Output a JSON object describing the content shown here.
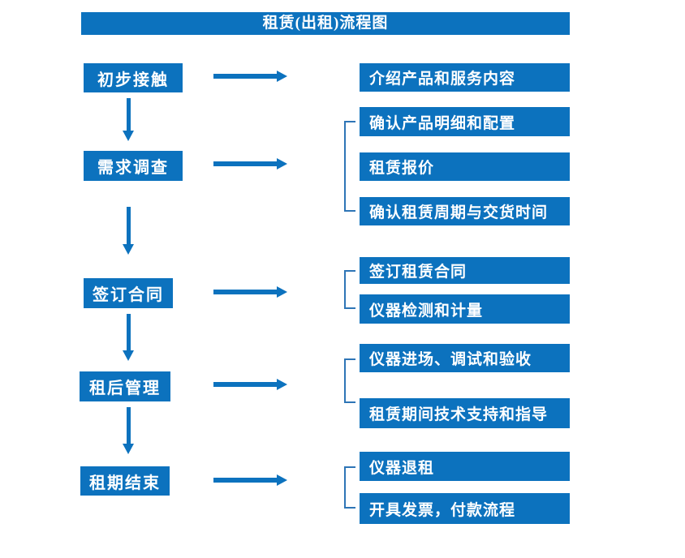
{
  "title": "租赁(出租)流程图",
  "colors": {
    "primary": "#0C72BE",
    "bracket": "#2E75B6",
    "box_text": "#FFFFFF",
    "canvas_bg": "#FFFFFF"
  },
  "steps": [
    {
      "label": "初步接触",
      "outputs": [
        "介绍产品和服务内容"
      ]
    },
    {
      "label": "需求调查",
      "outputs": [
        "确认产品明细和配置",
        "租赁报价",
        "确认租赁周期与交货时间"
      ]
    },
    {
      "label": "签订合同",
      "outputs": [
        "签订租赁合同",
        "仪器检测和计量"
      ]
    },
    {
      "label": "租后管理",
      "outputs": [
        "仪器进场、调试和验收",
        "租赁期间技术支持和指导"
      ]
    },
    {
      "label": "租期结束",
      "outputs": [
        "仪器退租",
        "开具发票，付款流程"
      ]
    }
  ]
}
